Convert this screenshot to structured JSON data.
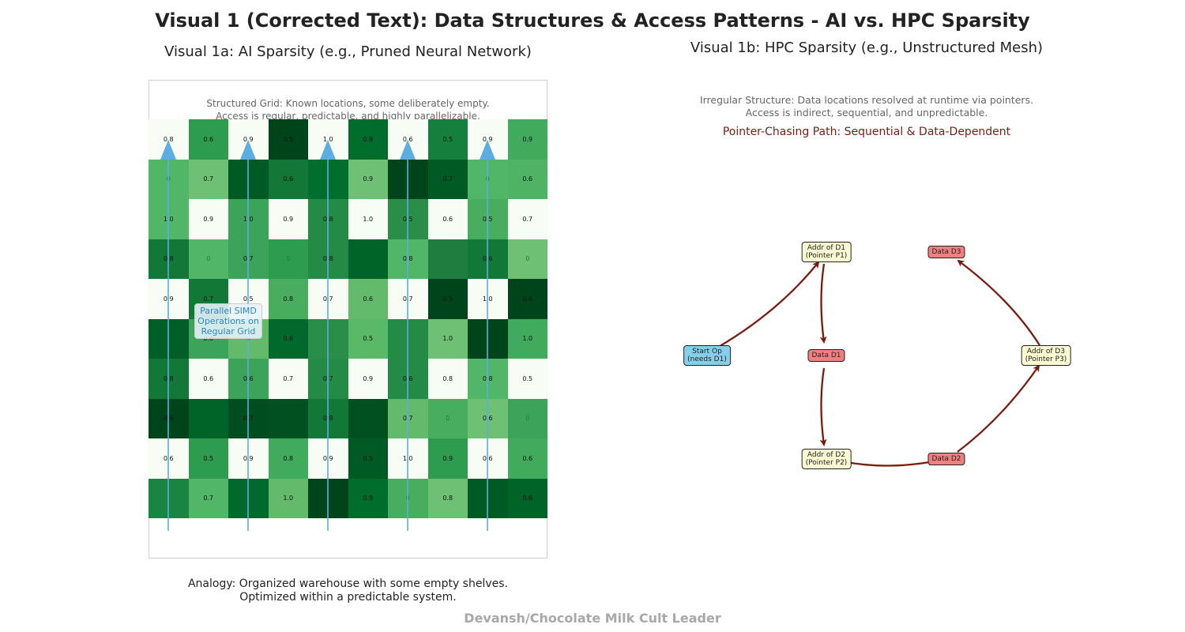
{
  "title": "Visual 1 (Corrected Text): Data Structures & Access Patterns - AI vs. HPC Sparsity",
  "panel_a": {
    "subtitle": "Visual 1a: AI Sparsity (e.g., Pruned Neural Network)",
    "caption_line1": "Structured Grid: Known locations, some deliberately empty.",
    "caption_line2": "Access is regular, predictable, and highly parallelizable.",
    "simd_label": "Parallel SIMD Operations on Regular Grid",
    "simd_arrow_color": "#5dade2",
    "analogy_line1": "Analogy: Organized warehouse with some empty shelves.",
    "analogy_line2": "Optimized within a predictable system."
  },
  "panel_b": {
    "subtitle": "Visual 1b: HPC Sparsity (e.g., Unstructured Mesh)",
    "caption_line1": "Irregular Structure: Data locations resolved at runtime via pointers.",
    "caption_line2": "Access is indirect, sequential, and unpredictable.",
    "path_label": "Pointer-Chasing Path: Sequential & Data-Dependent",
    "path_color": "#7b1b0f",
    "nodes": {
      "start": {
        "line1": "Start Op",
        "line2": "(needs D1)",
        "color": "#87ceeb"
      },
      "addr1": {
        "line1": "Addr of D1",
        "line2": "(Pointer P1)",
        "color": "#fafad2"
      },
      "data1": {
        "line1": "Data D1",
        "color": "#f08080"
      },
      "addr2": {
        "line1": "Addr of D2",
        "line2": "(Pointer P2)",
        "color": "#fafad2"
      },
      "data2": {
        "line1": "Data D2",
        "color": "#f08080"
      },
      "addr3": {
        "line1": "Addr of D3",
        "line2": "(Pointer P3)",
        "color": "#fafad2"
      },
      "data3": {
        "line1": "Data D3",
        "color": "#f08080"
      }
    }
  },
  "grid": {
    "rows": [
      [
        "0.8",
        "0.6",
        "0.9",
        "0.5",
        "1.0",
        "0.9",
        "0.6",
        "0.5",
        "0.9",
        "0.9"
      ],
      [
        "0",
        "0.7",
        "",
        "0.6",
        "",
        "0.9",
        "",
        "0.7",
        "0",
        "0.6"
      ],
      [
        "1.0",
        "0.9",
        "1.0",
        "0.9",
        "0.8",
        "1.0",
        "0.5",
        "0.6",
        "0.5",
        "0.7"
      ],
      [
        "0.8",
        "0",
        "0.7",
        "0",
        "0.8",
        "",
        "0.8",
        "0",
        "0.6",
        "0"
      ],
      [
        "0.9",
        "0.7",
        "0.5",
        "0.8",
        "0.7",
        "0.6",
        "0.7",
        "0.5",
        "1.0",
        "0.6"
      ],
      [
        "",
        "0.8",
        "0",
        "0.6",
        "",
        "0.5",
        "",
        "1.0",
        "",
        "1.0"
      ],
      [
        "0.8",
        "0.6",
        "0.6",
        "0.7",
        "0.7",
        "0.9",
        "0.6",
        "0.8",
        "0.8",
        "0.5"
      ],
      [
        "0.6",
        "",
        "0.7",
        "",
        "0.8",
        "",
        "0.7",
        "0",
        "0.6",
        "0"
      ],
      [
        "0.6",
        "0.5",
        "0.9",
        "0.8",
        "0.9",
        "0.5",
        "1.0",
        "0.9",
        "0.6",
        "0.6"
      ],
      [
        "",
        "0.7",
        "",
        "1.0",
        "",
        "0.9",
        "0",
        "0.8",
        "",
        "0.6"
      ]
    ],
    "colors": [
      [
        "#f7fcf5",
        "#2e9c4e",
        "#f7fcf5",
        "#00441b",
        "#f7fcf5",
        "#006d2c",
        "#f7fcf5",
        "#15803d",
        "#f7fcf5",
        "#41ab5d"
      ],
      [
        "#52b668",
        "#6ec075",
        "#005a24",
        "#117838",
        "#006f2d",
        "#6ec075",
        "#00441b",
        "#005a24",
        "#52b668",
        "#4fb365"
      ],
      [
        "#52b668",
        "#f7fcf5",
        "#3ca35a",
        "#f7fcf5",
        "#238b45",
        "#f7fcf5",
        "#2a8e49",
        "#f7fcf5",
        "#48ad5f",
        "#f7fcf5"
      ],
      [
        "#117838",
        "#52b668",
        "#3ca35a",
        "#2e9c4e",
        "#238b45",
        "#006428",
        "#52b668",
        "#1f7d3f",
        "#117838",
        "#6ec075"
      ],
      [
        "#f7fcf5",
        "#117838",
        "#f7fcf5",
        "#48ad5f",
        "#f7fcf5",
        "#64ba6b",
        "#f7fcf5",
        "#00441b",
        "#f7fcf5",
        "#00441b"
      ],
      [
        "#005f27",
        "#3ca35a",
        "#64ba6b",
        "#00692b",
        "#2a8e49",
        "#5ab966",
        "#238b45",
        "#6ec075",
        "#00441b",
        "#41ab5d"
      ],
      [
        "#117838",
        "#f7fcf5",
        "#3ca35a",
        "#f7fcf5",
        "#238b45",
        "#f7fcf5",
        "#238b45",
        "#f7fcf5",
        "#52b668",
        "#f7fcf5"
      ],
      [
        "#00441b",
        "#006428",
        "#004e1f",
        "#005020",
        "#117838",
        "#005020",
        "#64ba6b",
        "#48ad5f",
        "#6ec075",
        "#3ca35a"
      ],
      [
        "#f7fcf5",
        "#2e9c4e",
        "#f7fcf5",
        "#41ab5d",
        "#f7fcf5",
        "#005a24",
        "#f7fcf5",
        "#2e9c4e",
        "#f7fcf5",
        "#41ab5d"
      ],
      [
        "#1a8443",
        "#52b668",
        "#00692b",
        "#64ba6b",
        "#00441b",
        "#006d2c",
        "#48ad5f",
        "#6ec075",
        "#005a24",
        "#006428"
      ]
    ]
  },
  "watermark": "Devansh/Chocolate Milk Cult Leader"
}
